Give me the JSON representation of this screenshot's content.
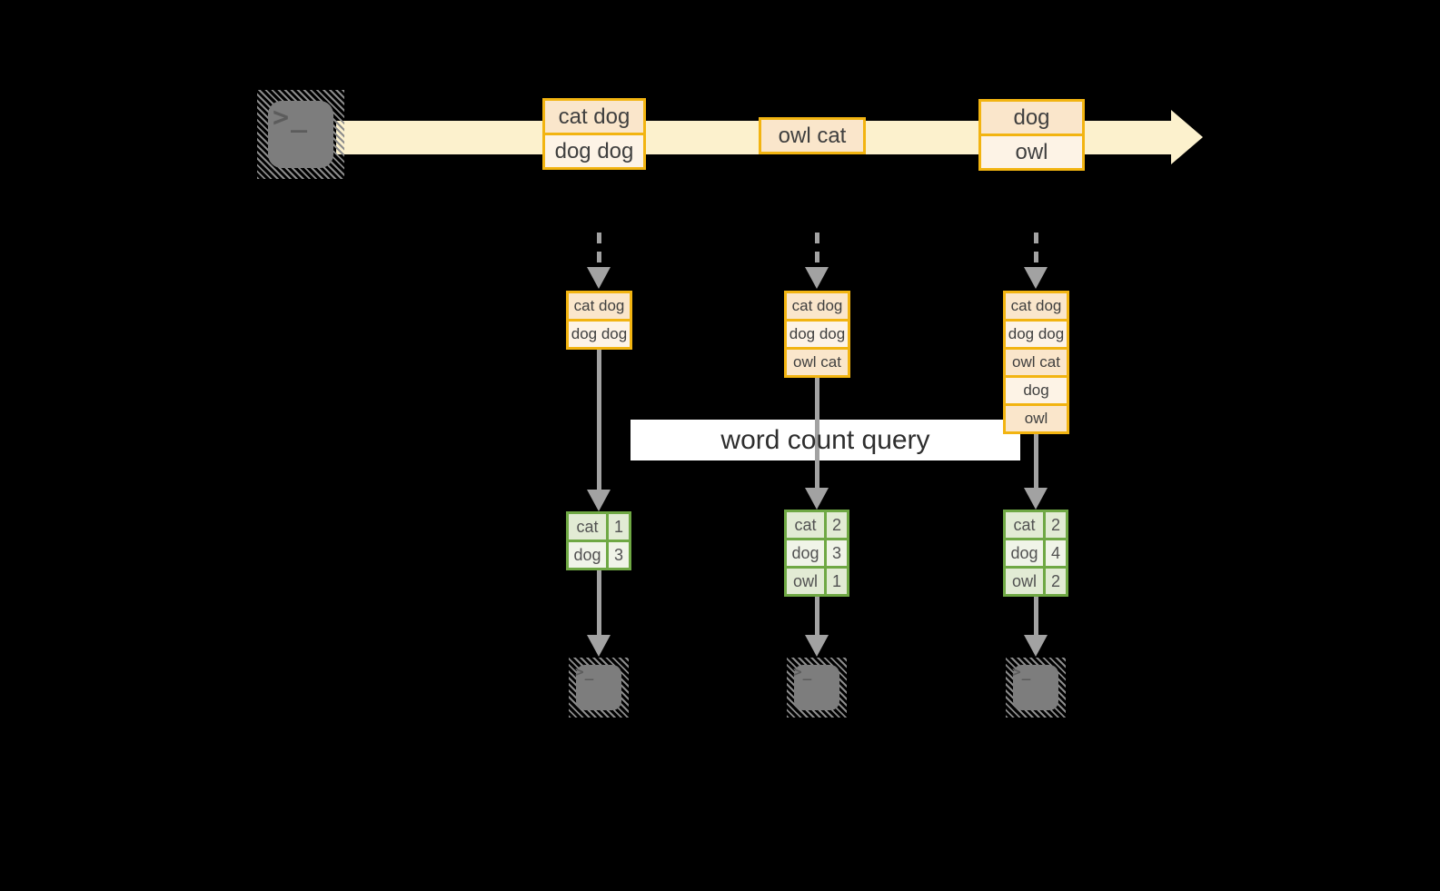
{
  "colors": {
    "stream_band": "#FCF1CD",
    "orange_border": "#F2B411",
    "peach_dark": "#FAE6CB",
    "peach_light": "#FDF3E6",
    "green_border": "#6FA844",
    "green_dark": "#E2EBD4",
    "green_light": "#F0F4E8",
    "arrow_gray": "#A2A2A2",
    "terminal_gray": "#7D7D7D",
    "label_bg": "#FFFFFF"
  },
  "query_label": "word count query",
  "terminal_glyph": ">_",
  "stream": {
    "events": [
      {
        "rows": [
          "cat dog",
          "dog dog"
        ]
      },
      {
        "rows": [
          "owl cat"
        ]
      },
      {
        "rows": [
          "dog",
          "owl"
        ]
      }
    ]
  },
  "columns": [
    {
      "state_rows": [
        "cat dog",
        "dog dog"
      ],
      "counts": [
        {
          "word": "cat",
          "count": "1"
        },
        {
          "word": "dog",
          "count": "3"
        }
      ]
    },
    {
      "state_rows": [
        "cat dog",
        "dog dog",
        "owl cat"
      ],
      "counts": [
        {
          "word": "cat",
          "count": "2"
        },
        {
          "word": "dog",
          "count": "3"
        },
        {
          "word": "owl",
          "count": "1"
        }
      ]
    },
    {
      "state_rows": [
        "cat dog",
        "dog dog",
        "owl cat",
        "dog",
        "owl"
      ],
      "counts": [
        {
          "word": "cat",
          "count": "2"
        },
        {
          "word": "dog",
          "count": "4"
        },
        {
          "word": "owl",
          "count": "2"
        }
      ]
    }
  ]
}
